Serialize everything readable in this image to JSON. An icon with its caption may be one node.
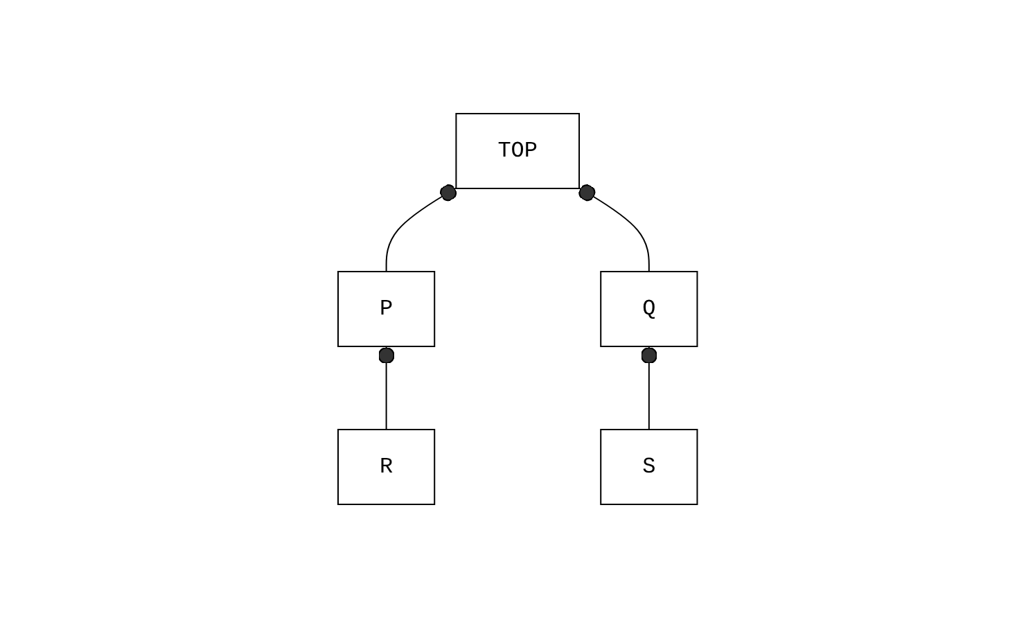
{
  "diagram": {
    "nodes": [
      {
        "text": [
          "TOP"
        ]
      },
      {
        "text": [
          "P"
        ]
      },
      {
        "text": [
          "Q"
        ]
      },
      {
        "text": [
          "R"
        ]
      },
      {
        "text": [
          "S"
        ]
      }
    ],
    "edges": [
      {
        "from": 1,
        "to": 0,
        "arrow": "other"
      },
      {
        "from": 2,
        "to": 0,
        "arrow": "other"
      },
      {
        "from": 3,
        "to": 1,
        "arrow": "other"
      },
      {
        "from": 4,
        "to": 2,
        "arrow": "other"
      }
    ]
  }
}
